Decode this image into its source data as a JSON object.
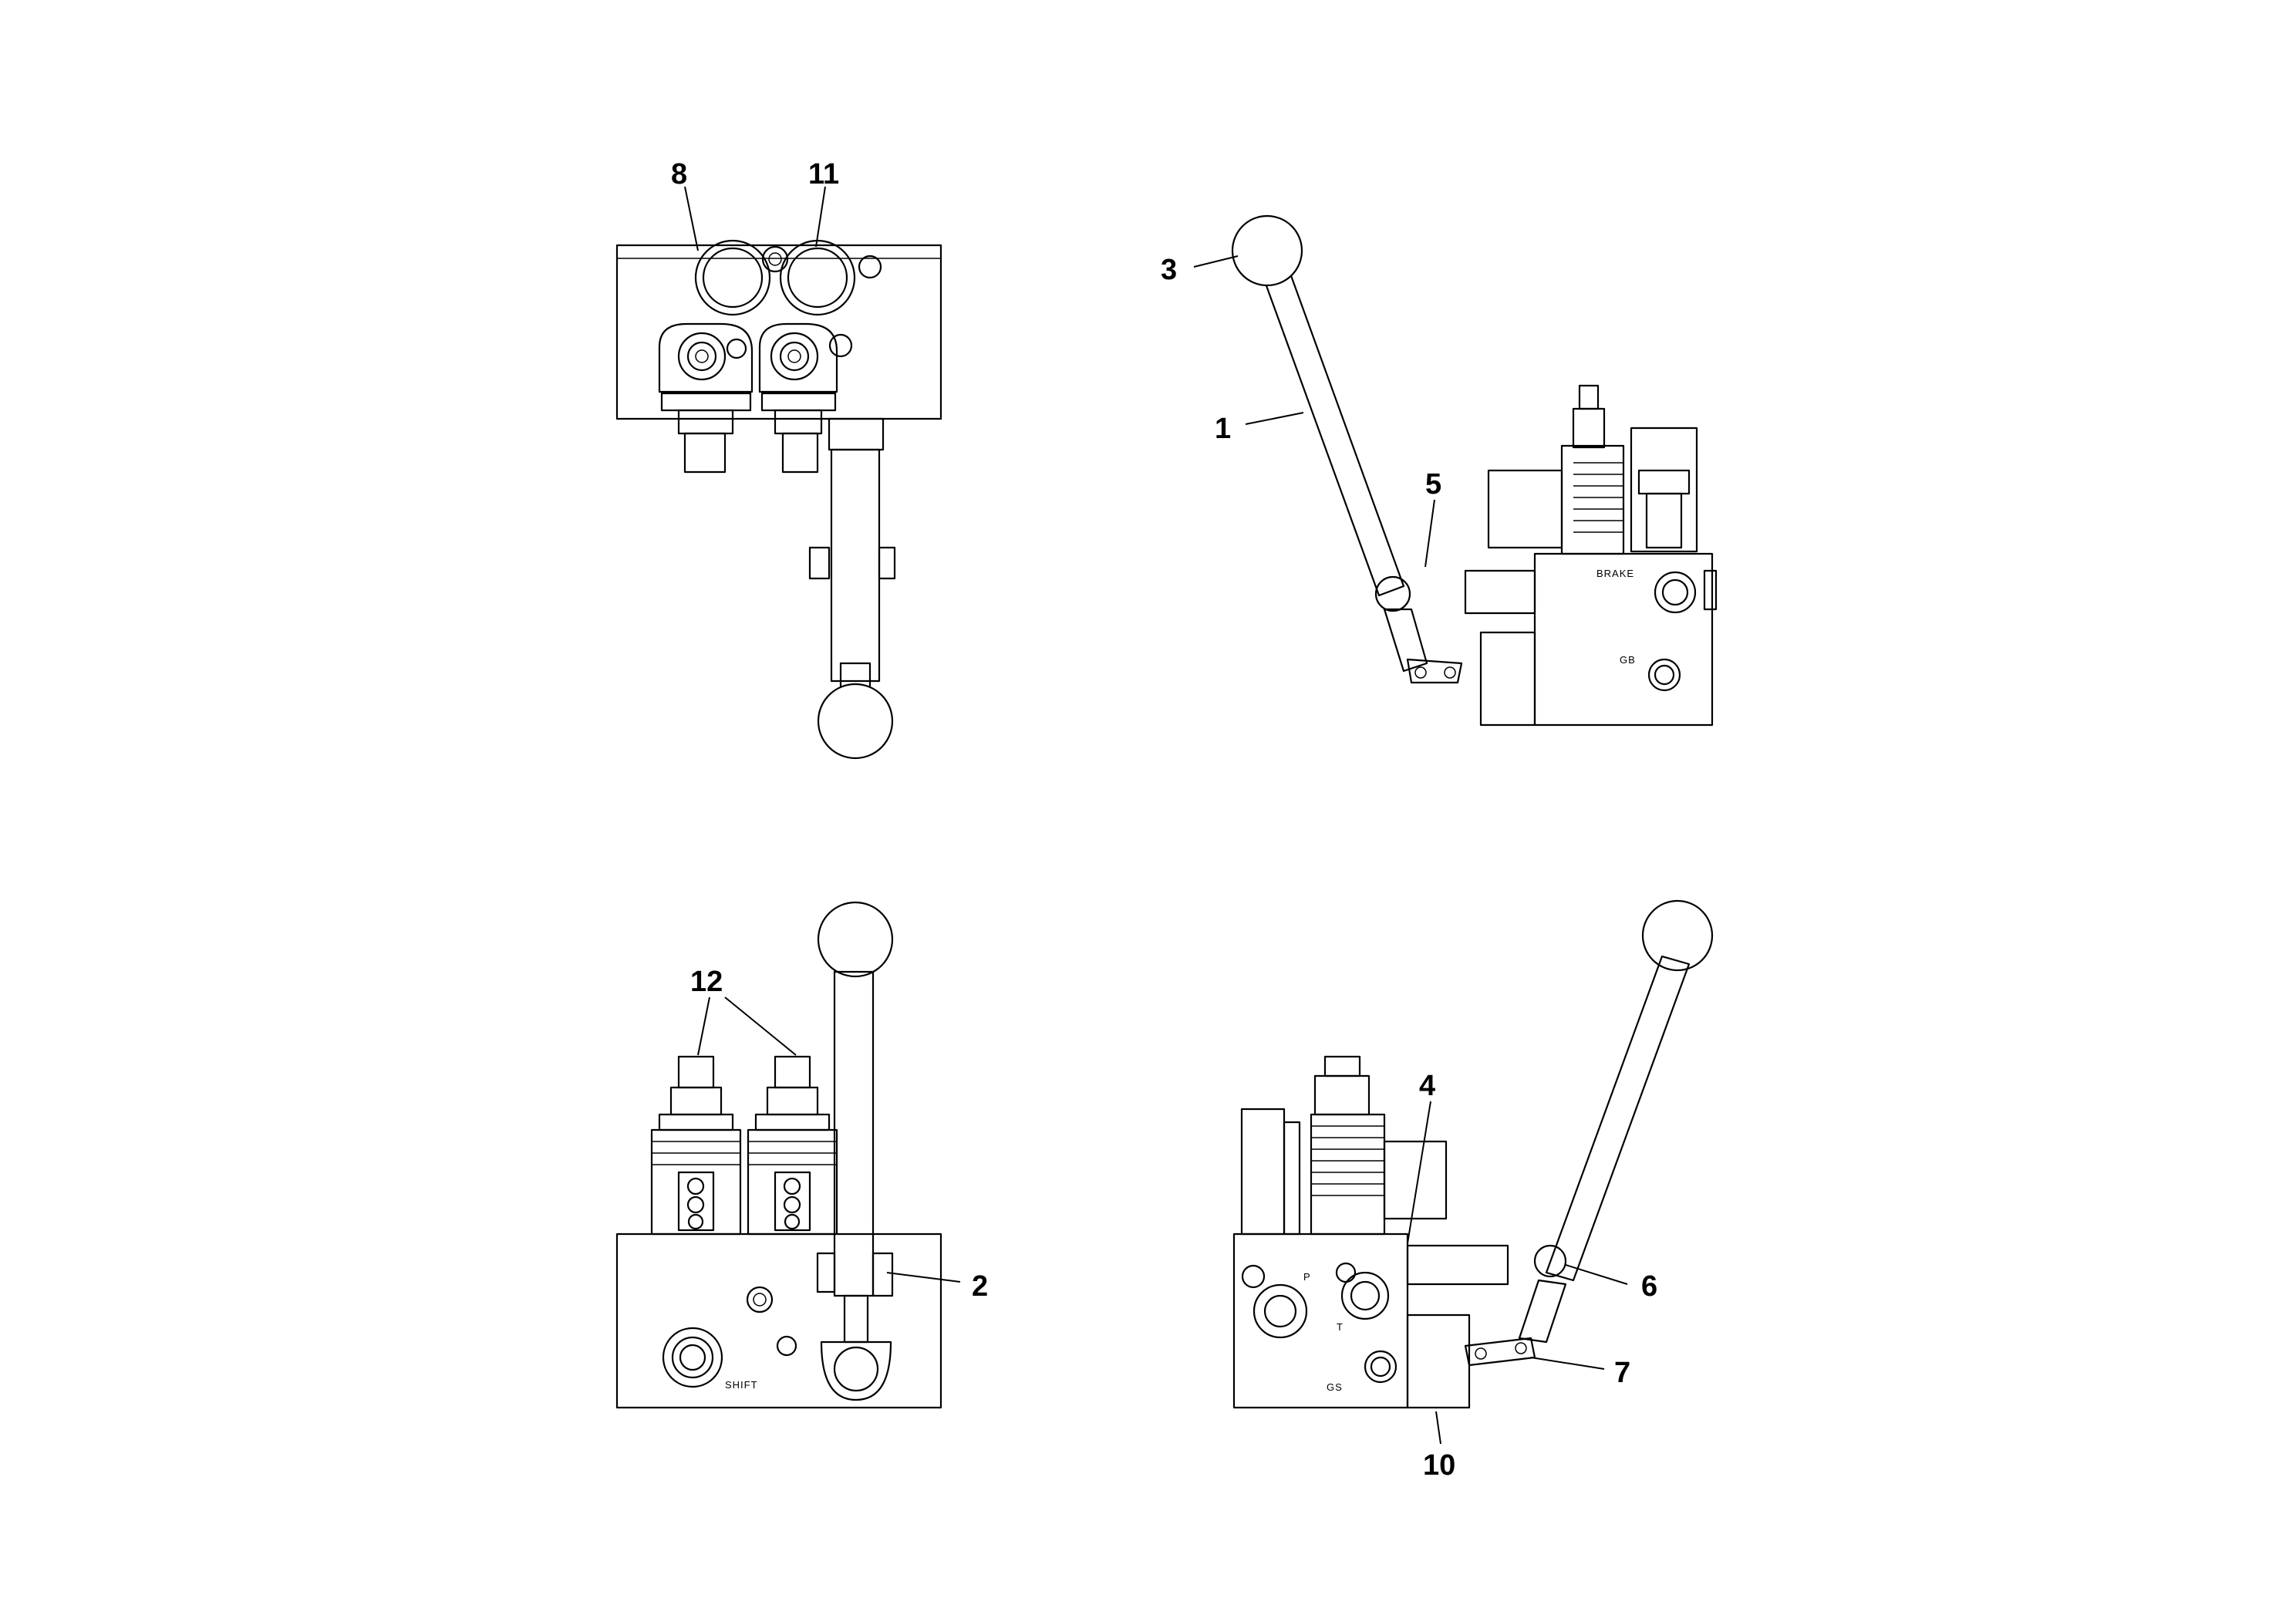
{
  "callouts": {
    "c1": "1",
    "c2": "2",
    "c3": "3",
    "c4": "4",
    "c5": "5",
    "c6": "6",
    "c7": "7",
    "c8": "8",
    "c10": "10",
    "c11": "11",
    "c12": "12"
  },
  "port_labels": {
    "brake": "BRAKE",
    "gb": "GB",
    "shift": "SHIFT",
    "p": "P",
    "t": "T",
    "gs": "GS"
  }
}
